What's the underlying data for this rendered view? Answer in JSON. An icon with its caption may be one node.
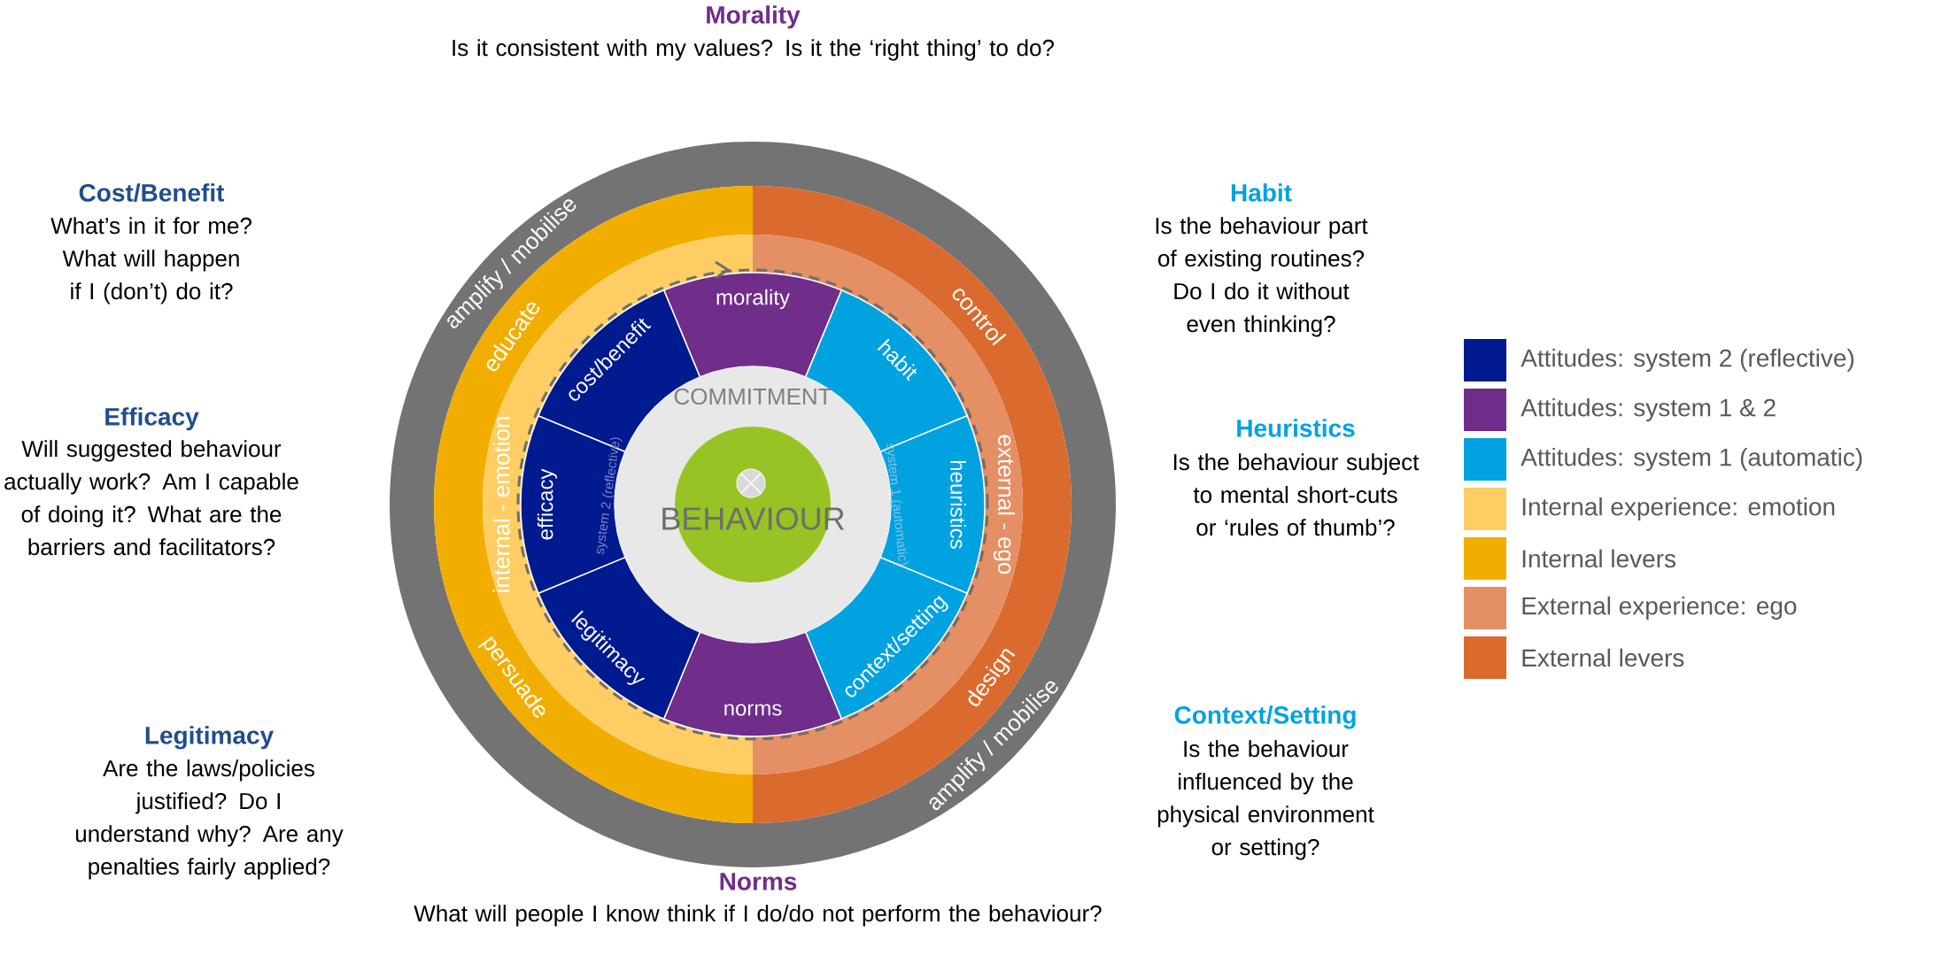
{
  "diagram": {
    "nodes": [
      {
        "text": [
          "amplify / mobilise",
          "amplify / mobilise"
        ]
      },
      {
        "text": [
          "educate",
          "persuade"
        ],
        "in": 0
      },
      {
        "text": [
          "control",
          "design"
        ],
        "in": 0
      },
      {
        "text": [
          "internal - emotion"
        ],
        "in": 0
      },
      {
        "text": [
          "external - ego"
        ],
        "in": 0
      },
      {
        "text": [
          "morality"
        ],
        "in": 0
      },
      {
        "text": [
          "habit"
        ],
        "in": 0
      },
      {
        "text": [
          "heuristics"
        ],
        "in": 0
      },
      {
        "text": [
          "context/setting"
        ],
        "in": 0
      },
      {
        "text": [
          "norms"
        ],
        "in": 0
      },
      {
        "text": [
          "legitimacy"
        ],
        "in": 0
      },
      {
        "text": [
          "efficacy"
        ],
        "in": 0
      },
      {
        "text": [
          "cost/benefit"
        ],
        "in": 0
      },
      {
        "text": [
          "COMMITMENT"
        ],
        "in": 0
      },
      {
        "text": [
          "BEHAVIOUR"
        ],
        "in": 13
      }
    ],
    "labels": [
      "Morality",
      "Is it consistent with my values? Is it the ‘right thing’ to do?",
      "Cost/Benefit",
      "What’s in it for me? What will happen if I (don’t) do it?",
      "Habit",
      "Is the behaviour part of existing routines?  Do I do it without even thinking?",
      "Efficacy",
      "Will suggested behaviour actually work?  Am I capable of doing it?  What are the barriers and facilitators?",
      "Heuristics",
      "Is the behaviour subject to mental short-cuts or ‘rules of thumb’?",
      "Legitimacy",
      "Are the laws/policies justified? Do I understand why? Are any penalties fairly applied?",
      "Context/Setting",
      "Is the behaviour influenced by the physical environment or setting?",
      "Norms",
      "What will people I know think if I do/do not perform the behaviour?",
      "system 2 (reflective)",
      "system 1 (automatic)"
    ],
    "legend": [
      {
        "text": "Attitudes: system 2 (reflective)",
        "color": "#001a8f"
      },
      {
        "text": "Attitudes: system 1 & 2",
        "color": "#702d8a"
      },
      {
        "text": "Attitudes: system 1 (automatic)",
        "color": "#00a2e0"
      },
      {
        "text": "Internal experience: emotion",
        "color": "#fece64"
      },
      {
        "text": "Internal levers",
        "color": "#f2ae00"
      },
      {
        "text": "External experience: ego",
        "color": "#e48f64"
      },
      {
        "text": "External levers",
        "color": "#db6a2e"
      }
    ]
  }
}
